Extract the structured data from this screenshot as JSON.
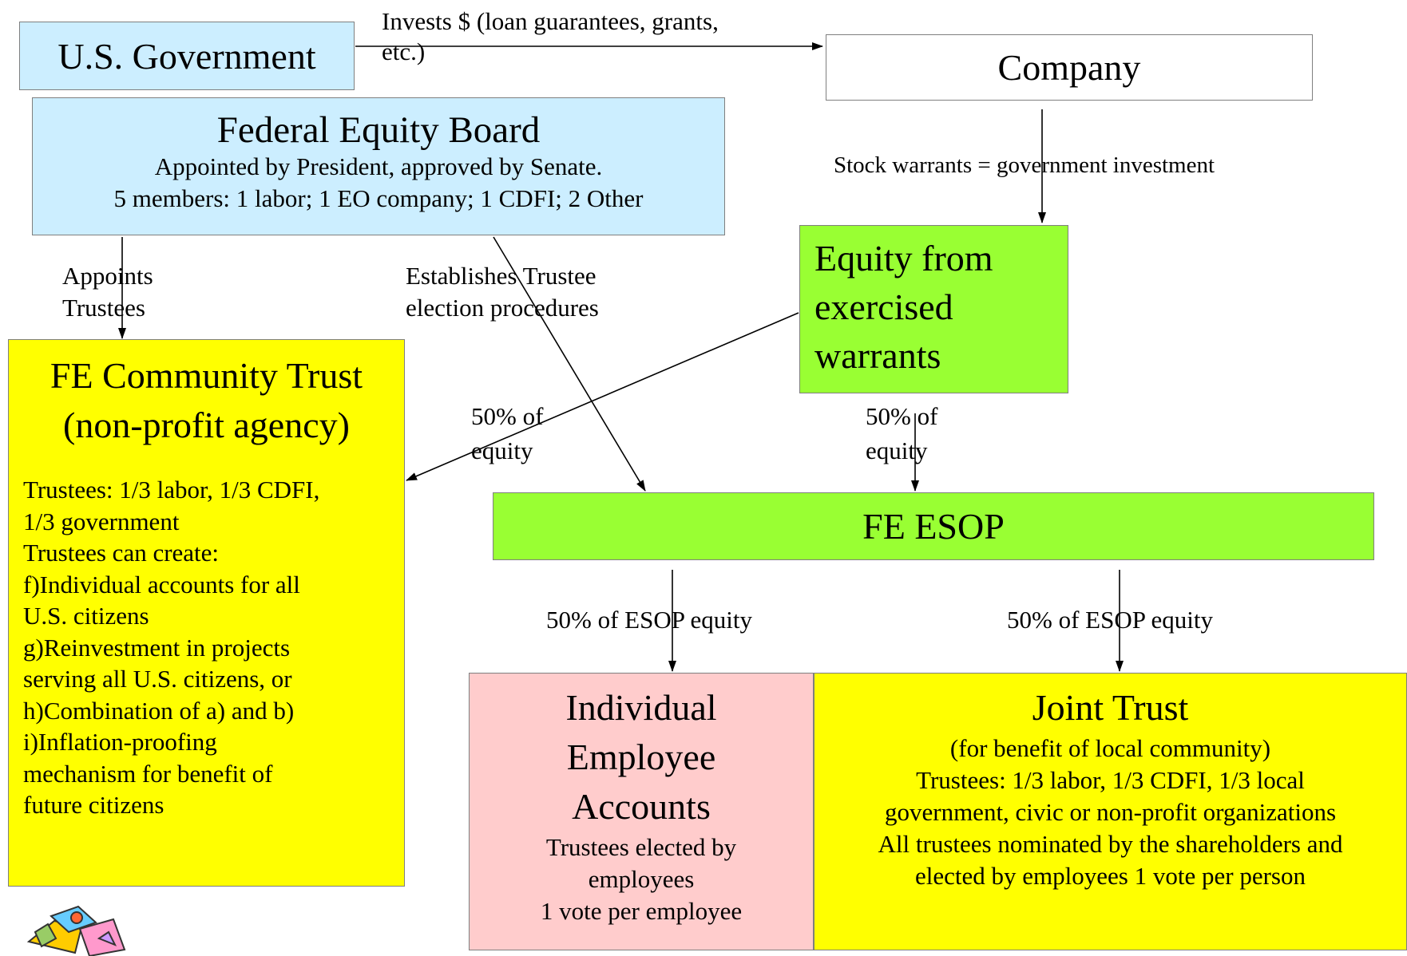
{
  "nodes": {
    "us_government": "U.S. Government",
    "company": "Company",
    "federal_equity_board": {
      "title": "Federal Equity Board",
      "lines": [
        "Appointed by President, approved by Senate.",
        "5 members: 1 labor; 1 EO company; 1 CDFI; 2 Other"
      ]
    },
    "equity_from_warrants": {
      "lines": [
        "Equity from",
        "exercised",
        "warrants"
      ]
    },
    "fe_community_trust": {
      "title_lines": [
        "FE Community Trust",
        "(non-profit agency)"
      ],
      "lines": [
        "Trustees: 1/3 labor, 1/3 CDFI,",
        "1/3 government",
        "Trustees can create:",
        "f)Individual accounts for all",
        "U.S. citizens",
        "g)Reinvestment in projects",
        "serving all U.S. citizens, or",
        "h)Combination of a) and b)",
        "i)Inflation-proofing",
        "mechanism for benefit of",
        "future citizens"
      ]
    },
    "fe_esop": "FE ESOP",
    "individual_accounts": {
      "title_lines": [
        "Individual",
        "Employee",
        "Accounts"
      ],
      "lines": [
        "Trustees elected by",
        "employees",
        "1 vote per employee"
      ]
    },
    "joint_trust": {
      "title": "Joint Trust",
      "lines": [
        "(for benefit of local community)",
        "Trustees: 1/3 labor, 1/3 CDFI, 1/3 local",
        "government, civic or non-profit organizations",
        "All trustees nominated by the shareholders and",
        "elected by employees 1 vote per person"
      ]
    }
  },
  "edge_labels": {
    "invests": [
      "Invests $ (loan guarantees, grants,",
      "etc.)"
    ],
    "stock_warrants": "Stock warrants = government investment",
    "appoints": [
      "Appoints",
      "Trustees"
    ],
    "establishes": [
      "Establishes Trustee",
      "election procedures"
    ],
    "fifty_left": [
      "50% of",
      "equity"
    ],
    "fifty_right": [
      "50% of",
      "equity"
    ],
    "esop_left": "50% of ESOP equity",
    "esop_right": "50% of ESOP equity"
  }
}
